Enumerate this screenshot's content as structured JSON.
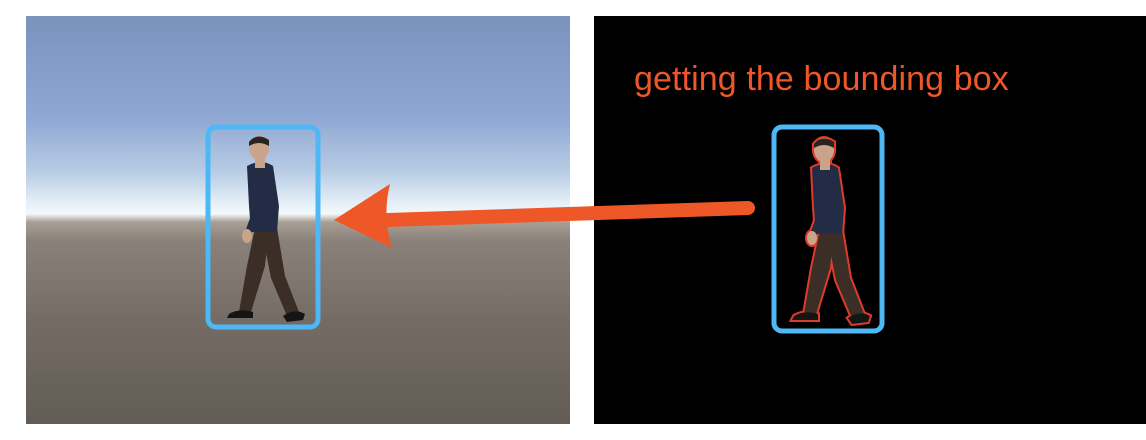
{
  "caption": "getting the bounding box",
  "colors": {
    "bounding_box": "#4db8f5",
    "arrow": "#ee5728",
    "caption": "#ee5728",
    "silhouette_outline": "#e03b2a",
    "shirt": "#232c45",
    "trousers": "#3a2e27",
    "skin": "#c9a48a",
    "hair": "#2a2420",
    "shoes": "#151515"
  },
  "figures": {
    "left": "rendered-walking-person",
    "right": "segmented-walking-person"
  },
  "icons": {
    "arrow": "left-arrow"
  }
}
